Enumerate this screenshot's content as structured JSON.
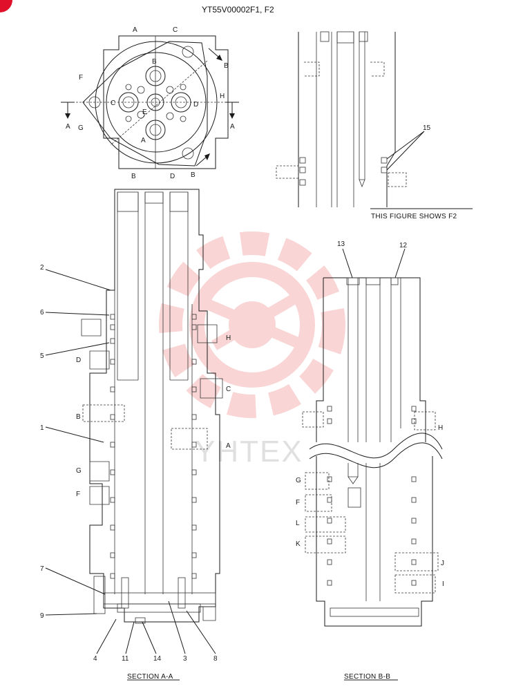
{
  "title": "YT55V00002F1, F2",
  "top_view_labels": {
    "A_top": "A",
    "C_top": "C",
    "F": "F",
    "G": "G",
    "H": "H",
    "B_bottom": "B",
    "D_bottom": "D",
    "B_cut_upper": "B",
    "B_cut_lower": "B",
    "A_cut_left": "A",
    "A_cut_right": "A",
    "port_B": "B",
    "port_C": "C",
    "port_D": "D",
    "port_E": "E",
    "port_A": "A"
  },
  "section_aa": {
    "caption": "SECTION A-A",
    "ports": {
      "H": "H",
      "C": "C",
      "A": "A",
      "D": "D",
      "B": "B",
      "G": "G",
      "F": "F"
    },
    "callouts": {
      "c2": "2",
      "c6": "6",
      "c5": "5",
      "c1": "1",
      "c7": "7",
      "c9": "9",
      "c4": "4",
      "c11": "11",
      "c14": "14",
      "c3": "3",
      "c8": "8"
    }
  },
  "section_bb": {
    "caption": "SECTION B-B",
    "ports": {
      "H": "H",
      "G": "G",
      "F": "F",
      "L": "L",
      "K": "K",
      "J": "J",
      "I": "I"
    },
    "callouts": {
      "c13": "13",
      "c12": "12"
    }
  },
  "f2_view": {
    "caption": "THIS FIGURE SHOWS  F2",
    "callouts": {
      "c15": "15"
    }
  },
  "watermark": "YHTEX",
  "colors": {
    "ink": "#1a1a1a",
    "watermark_logo": "#f2a3a3",
    "corner_badge": "#e0102a"
  }
}
